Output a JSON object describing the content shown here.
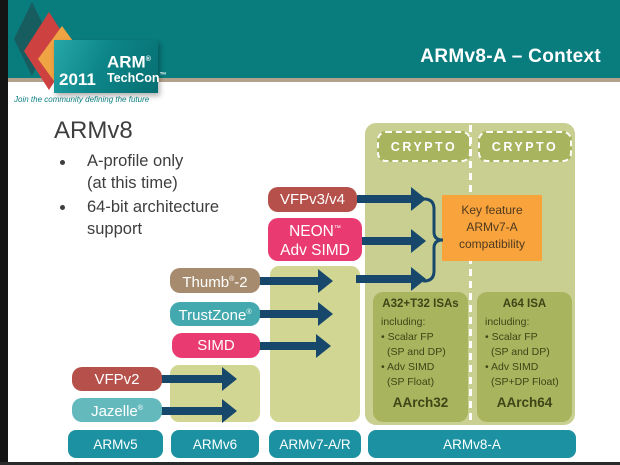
{
  "slide_title": "ARMv8-A – Context",
  "logo": {
    "year": "2011",
    "brand": "ARM",
    "brand_mark": "®",
    "product": "TechCon",
    "product_mark": "™",
    "tagline": "Join the community defining the future"
  },
  "content": {
    "heading": "ARMv8",
    "bullet1_line1": "A-profile only",
    "bullet1_line2": "(at this time)",
    "bullet2_line1": "64-bit architecture",
    "bullet2_line2": "support"
  },
  "features": {
    "vfpv3": "VFPv3/v4",
    "neon_name": "NEON",
    "neon_mark": "™",
    "neon_sub": "Adv SIMD",
    "thumb_pre": "Thumb",
    "thumb_mark": "®",
    "thumb_post": "-2",
    "trustzone": "TrustZone",
    "trustzone_mark": "®",
    "simd": "SIMD",
    "vfpv2": "VFPv2",
    "jazelle": "Jazelle",
    "jazelle_mark": "®"
  },
  "armv8_column": {
    "crypto_left": "CRYPTO",
    "crypto_right": "CRYPTO",
    "key_feature_line1": "Key feature",
    "key_feature_line2": "ARMv7-A",
    "key_feature_line3": "compatibility",
    "isa32": {
      "title": "A32+T32 ISAs",
      "including": "including:",
      "item1": "• Scalar FP",
      "item1_detail": "(SP and DP)",
      "item2": "• Adv SIMD",
      "item2_detail": "(SP Float)",
      "footer": "AArch32"
    },
    "isa64": {
      "title": "A64 ISA",
      "including": "including:",
      "item1": "• Scalar FP",
      "item1_detail": "(SP and DP)",
      "item2": "• Adv SIMD",
      "item2_detail": "(SP+DP Float)",
      "footer": "AArch64"
    }
  },
  "timeline": {
    "armv5": "ARMv5",
    "armv6": "ARMv6",
    "armv7": "ARMv7-A/R",
    "armv8": "ARMv8-A"
  },
  "colors": {
    "header_teal": "#097c7e",
    "header_underline_tan": "#b2a28c",
    "timeline_bar_teal": "#1b91a1",
    "column_olive": "#d2d693",
    "armv8_column_olive": "#c8cf90",
    "inner_box_olive": "#a8b45e",
    "arrow_navy": "#17486b",
    "pill_red": "#b5504a",
    "pill_pink": "#e93a72",
    "pill_tan": "#a78b6e",
    "pill_teal": "#43a9ae",
    "pill_light_teal": "#64b9bd",
    "key_feature_orange": "#f9a33d"
  }
}
